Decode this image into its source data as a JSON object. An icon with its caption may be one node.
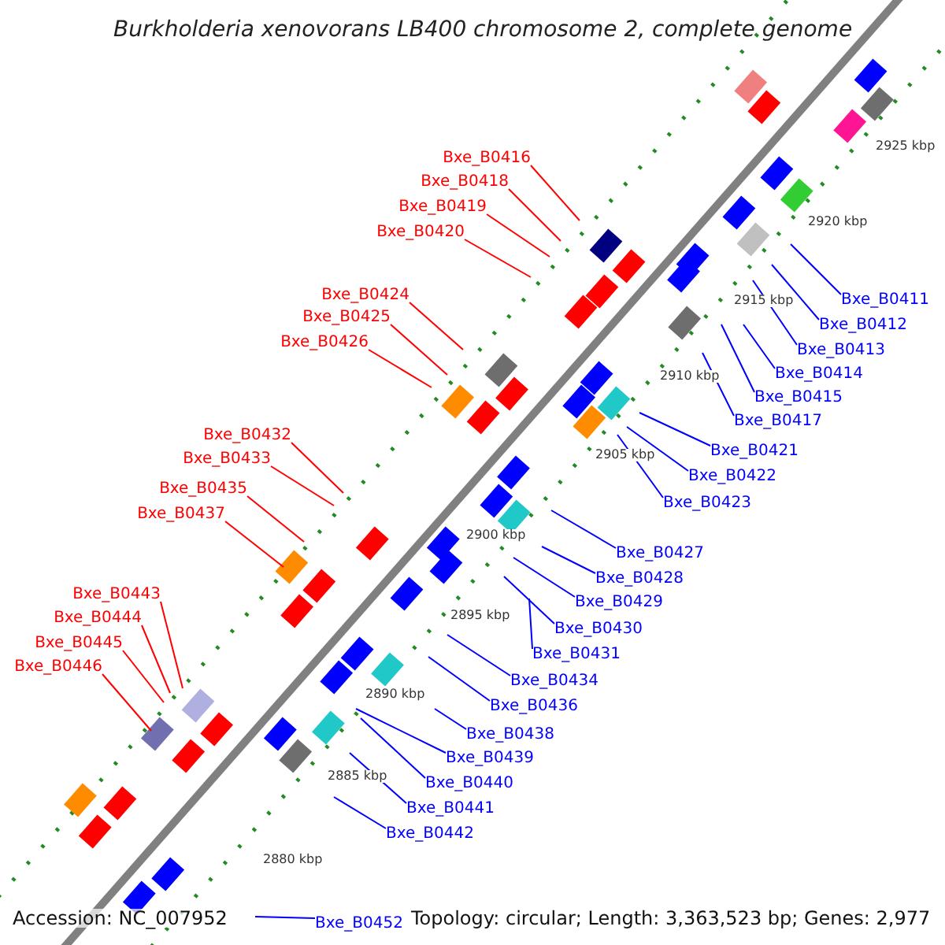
{
  "diagram": {
    "title": "Burkholderia xenovorans LB400 chromosome 2, complete genome",
    "nodes": [
      {
        "text": [
          "Bxe_B0416"
        ]
      },
      {
        "text": [
          "Bxe_B0418"
        ]
      },
      {
        "text": [
          "Bxe_B0419"
        ]
      },
      {
        "text": [
          "Bxe_B0420"
        ]
      },
      {
        "text": [
          "Bxe_B0424"
        ]
      },
      {
        "text": [
          "Bxe_B0425"
        ]
      },
      {
        "text": [
          "Bxe_B0426"
        ]
      },
      {
        "text": [
          "Bxe_B0432"
        ]
      },
      {
        "text": [
          "Bxe_B0433"
        ]
      },
      {
        "text": [
          "Bxe_B0435"
        ]
      },
      {
        "text": [
          "Bxe_B0437"
        ]
      },
      {
        "text": [
          "Bxe_B0443"
        ]
      },
      {
        "text": [
          "Bxe_B0444"
        ]
      },
      {
        "text": [
          "Bxe_B0445"
        ]
      },
      {
        "text": [
          "Bxe_B0446"
        ]
      },
      {
        "text": [
          "Bxe_B0411"
        ]
      },
      {
        "text": [
          "Bxe_B0412"
        ]
      },
      {
        "text": [
          "Bxe_B0413"
        ]
      },
      {
        "text": [
          "Bxe_B0414"
        ]
      },
      {
        "text": [
          "Bxe_B0415"
        ]
      },
      {
        "text": [
          "Bxe_B0417"
        ]
      },
      {
        "text": [
          "Bxe_B0421"
        ]
      },
      {
        "text": [
          "Bxe_B0422"
        ]
      },
      {
        "text": [
          "Bxe_B0423"
        ]
      },
      {
        "text": [
          "Bxe_B0427"
        ]
      },
      {
        "text": [
          "Bxe_B0428"
        ]
      },
      {
        "text": [
          "Bxe_B0429"
        ]
      },
      {
        "text": [
          "Bxe_B0430"
        ]
      },
      {
        "text": [
          "Bxe_B0431"
        ]
      },
      {
        "text": [
          "Bxe_B0434"
        ]
      },
      {
        "text": [
          "Bxe_B0436"
        ]
      },
      {
        "text": [
          "Bxe_B0438"
        ]
      },
      {
        "text": [
          "Bxe_B0439"
        ]
      },
      {
        "text": [
          "Bxe_B0440"
        ]
      },
      {
        "text": [
          "Bxe_B0441"
        ]
      },
      {
        "text": [
          "Bxe_B0442"
        ]
      },
      {
        "text": [
          "Bxe_B0452"
        ]
      }
    ],
    "edges": [
      {
        "from": 0,
        "to": null,
        "arrow": "none",
        "color": "#ff0000"
      },
      {
        "from": 1,
        "to": null,
        "arrow": "none",
        "color": "#ff0000"
      },
      {
        "from": 2,
        "to": null,
        "arrow": "none",
        "color": "#ff0000"
      },
      {
        "from": 3,
        "to": null,
        "arrow": "none",
        "color": "#ff0000"
      },
      {
        "from": 4,
        "to": null,
        "arrow": "none",
        "color": "#ff0000"
      },
      {
        "from": 5,
        "to": null,
        "arrow": "none",
        "color": "#ff0000"
      },
      {
        "from": 6,
        "to": null,
        "arrow": "none",
        "color": "#ff0000"
      },
      {
        "from": 7,
        "to": null,
        "arrow": "none",
        "color": "#ff0000"
      },
      {
        "from": 8,
        "to": null,
        "arrow": "none",
        "color": "#ff0000"
      },
      {
        "from": 9,
        "to": null,
        "arrow": "none",
        "color": "#ff0000"
      },
      {
        "from": 10,
        "to": null,
        "arrow": "none",
        "color": "#ff0000"
      },
      {
        "from": 11,
        "to": null,
        "arrow": "none",
        "color": "#ff0000"
      },
      {
        "from": 12,
        "to": null,
        "arrow": "none",
        "color": "#ff0000"
      },
      {
        "from": 13,
        "to": null,
        "arrow": "none",
        "color": "#ff0000"
      },
      {
        "from": 14,
        "to": null,
        "arrow": "none",
        "color": "#ff0000"
      },
      {
        "from": 15,
        "to": null,
        "arrow": "none"
      },
      {
        "from": 16,
        "to": null,
        "arrow": "none"
      },
      {
        "from": 17,
        "to": null,
        "arrow": "none"
      },
      {
        "from": 18,
        "to": null,
        "arrow": "none"
      },
      {
        "from": 19,
        "to": null,
        "arrow": "none"
      },
      {
        "from": 20,
        "to": null,
        "arrow": "none"
      },
      {
        "from": 21,
        "to": null,
        "arrow": "none"
      },
      {
        "from": 22,
        "to": null,
        "arrow": "none"
      },
      {
        "from": 23,
        "to": null,
        "arrow": "none"
      },
      {
        "from": 24,
        "to": null,
        "arrow": "none"
      },
      {
        "from": 25,
        "to": null,
        "arrow": "none"
      },
      {
        "from": 26,
        "to": null,
        "arrow": "none"
      },
      {
        "from": 27,
        "to": null,
        "arrow": "none"
      },
      {
        "from": 28,
        "to": null,
        "arrow": "none"
      },
      {
        "from": 29,
        "to": null,
        "arrow": "none"
      },
      {
        "from": 30,
        "to": null,
        "arrow": "none"
      },
      {
        "from": 31,
        "to": null,
        "arrow": "none"
      },
      {
        "from": 32,
        "to": null,
        "arrow": "none"
      },
      {
        "from": 33,
        "to": null,
        "arrow": "none"
      },
      {
        "from": 34,
        "to": null,
        "arrow": "none"
      },
      {
        "from": 35,
        "to": null,
        "arrow": "none"
      },
      {
        "from": 36,
        "to": null,
        "arrow": "none"
      }
    ],
    "labels": [
      "2925 kbp",
      "2920 kbp",
      "2915 kbp",
      "2910 kbp",
      "2905 kbp",
      "2900 kbp",
      "2895 kbp",
      "2890 kbp",
      "2885 kbp",
      "2880 kbp",
      "Accession: NC_007952",
      "Topology: circular; Length: 3,363,523 bp; Genes: 2,977"
    ]
  }
}
